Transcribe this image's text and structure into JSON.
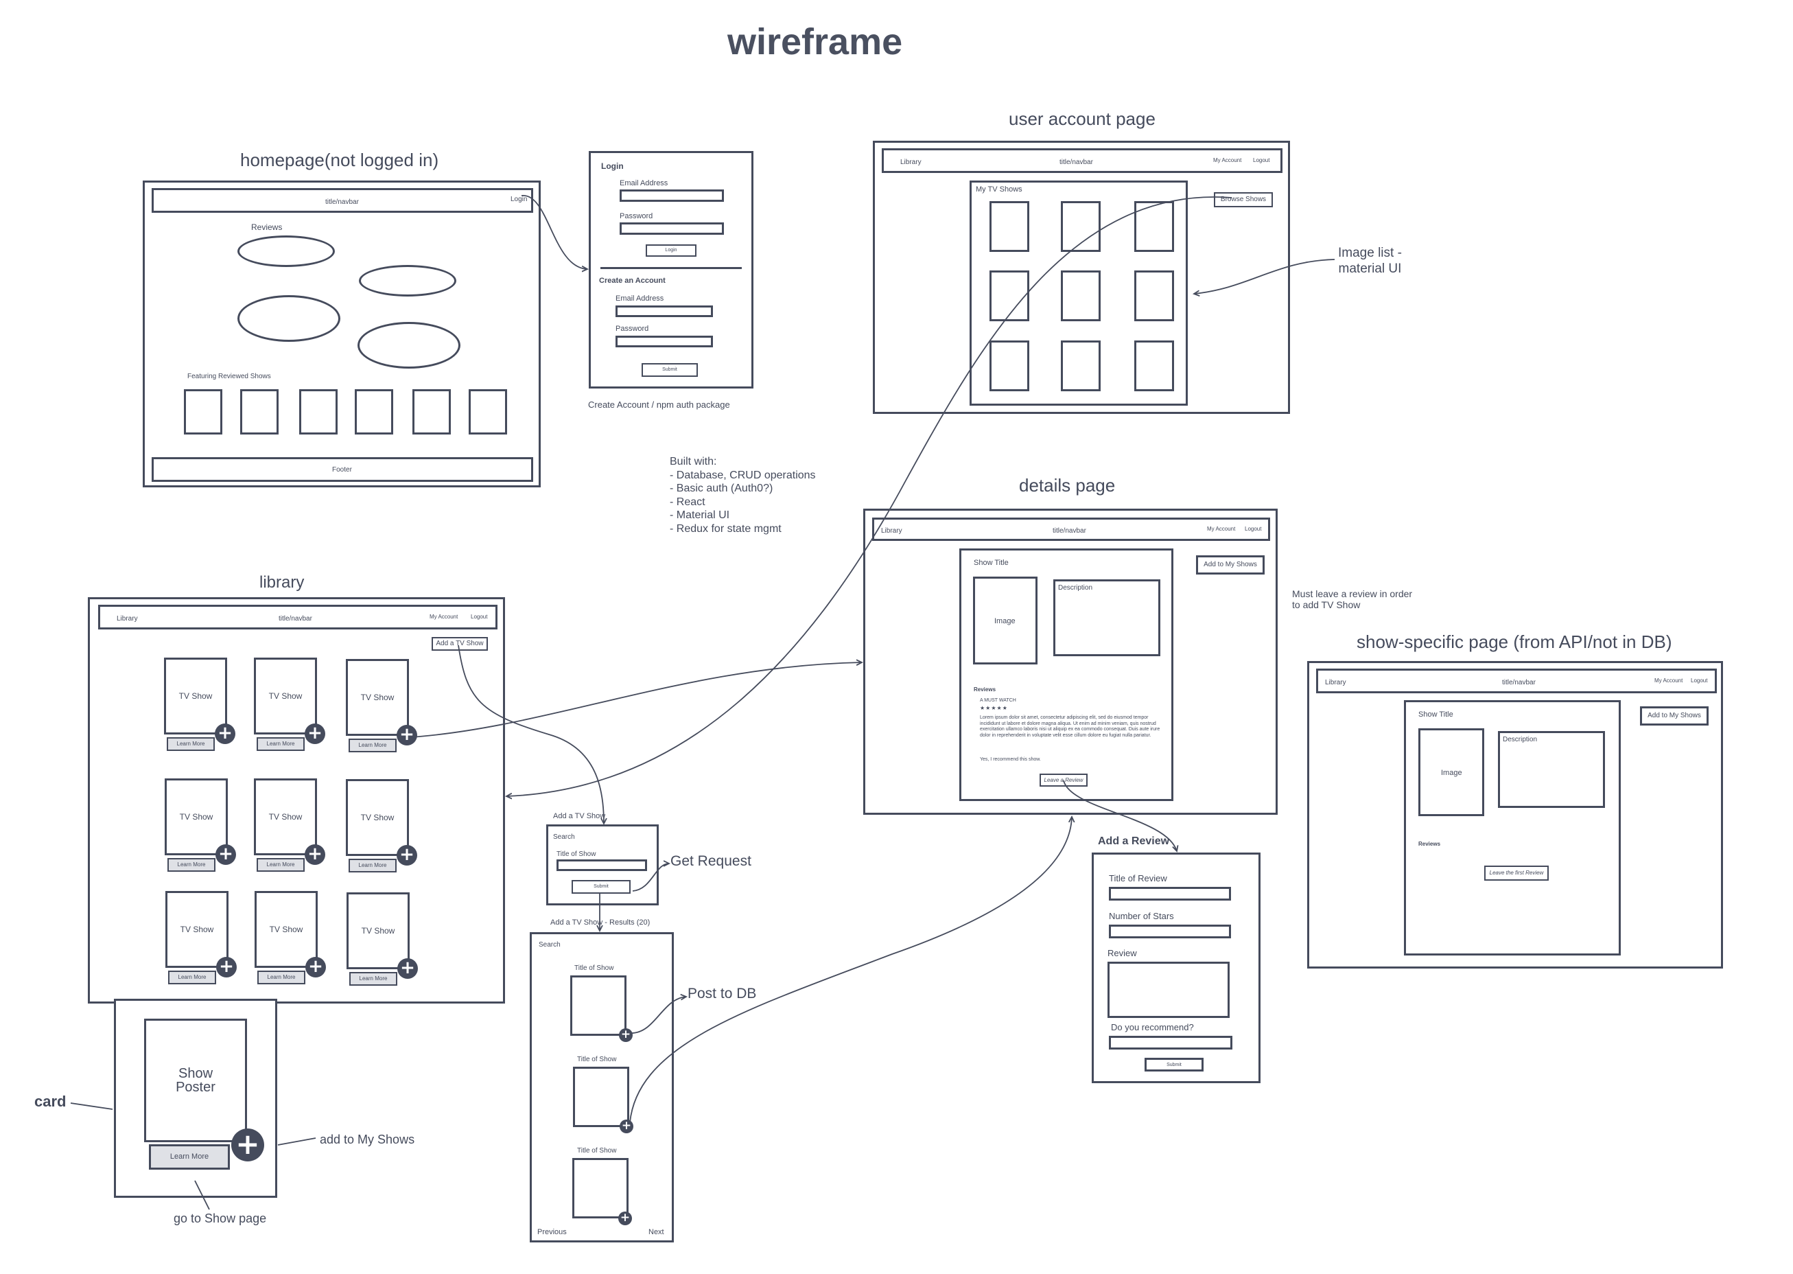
{
  "title": "wireframe",
  "homepage": {
    "caption": "homepage(not logged in)",
    "navbar": "title/navbar",
    "login_link": "Login",
    "reviews_label": "Reviews",
    "top_shows_label": "Featuring Reviewed Shows",
    "footer": "Footer"
  },
  "login": {
    "heading": "Login",
    "email_label": "Email Address",
    "password_label": "Password",
    "login_button": "Login",
    "create_heading": "Create an Account",
    "create_email_label": "Email Address",
    "create_password_label": "Password",
    "create_button": "Submit",
    "caption": "Create Account / npm auth package"
  },
  "built_with": {
    "heading": "Built with:",
    "items": [
      "- Database, CRUD operations",
      "- Basic auth (Auth0?)",
      "- React",
      "- Material UI",
      "- Redux for state mgmt"
    ]
  },
  "user_account": {
    "caption": "user account page",
    "nav_library": "Library",
    "navbar": "title/navbar",
    "my_account": "My Account",
    "logout": "Logout",
    "my_shows_label": "My TV Shows",
    "browse_button": "Browse Shows",
    "note": "Image list -\nmaterial UI"
  },
  "library": {
    "caption": "library",
    "nav_library": "Library",
    "navbar": "title/navbar",
    "my_account": "My Account",
    "logout": "Logout",
    "add_show_button": "Add a TV Show",
    "card_title": "TV Show",
    "learn_more": "Learn More"
  },
  "card": {
    "caption": "card",
    "poster": "Show\nPoster",
    "learn_more": "Learn More",
    "add_note": "add to My Shows",
    "go_note": "go to Show page"
  },
  "add_show": {
    "heading": "Add a TV Show",
    "search_label": "Search",
    "title_label": "Title of Show",
    "submit": "Submit",
    "get_request": "Get Request",
    "results_heading": "Add a TV Show - Results (20)",
    "results_search": "Search",
    "result_title": "Title of Show",
    "post_to_db": "Post to DB",
    "previous": "Previous",
    "next": "Next"
  },
  "details": {
    "caption": "details page",
    "nav_library": "Library",
    "navbar": "title/navbar",
    "my_account": "My Account",
    "logout": "Logout",
    "show_title": "Show Title",
    "image": "Image",
    "description": "Description",
    "add_button": "Add to My Shows",
    "reviews_label": "Reviews",
    "review_title": "A MUST WATCH",
    "stars": "★★★★★",
    "review_body": "Lorem ipsum dolor sit amet, consectetur adipiscing elit, sed do eiusmod tempor incididunt ut labore et dolore magna aliqua. Ut enim ad minim veniam, quis nostrud exercitation ullamco laboris nisi ut aliquip ex ea commodo consequat. Duis aute irure dolor in reprehenderit in voluptate velit esse cillum dolore eu fugiat nulla pariatur.",
    "recommend": "Yes, I recommend this show.",
    "leave_review": "Leave a Review",
    "note": "Must leave a review in order\nto add TV Show"
  },
  "add_review": {
    "heading": "Add a Review",
    "title_label": "Title of Review",
    "stars_label": "Number of Stars",
    "review_label": "Review",
    "recommend_label": "Do you recommend?",
    "submit": "Submit"
  },
  "show_specific": {
    "caption": "show-specific page (from API/not in DB)",
    "nav_library": "Library",
    "navbar": "title/navbar",
    "my_account": "My Account",
    "logout": "Logout",
    "show_title": "Show Title",
    "image": "Image",
    "description": "Description",
    "add_button": "Add to My Shows",
    "reviews_label": "Reviews",
    "first_review": "Leave the first Review"
  }
}
